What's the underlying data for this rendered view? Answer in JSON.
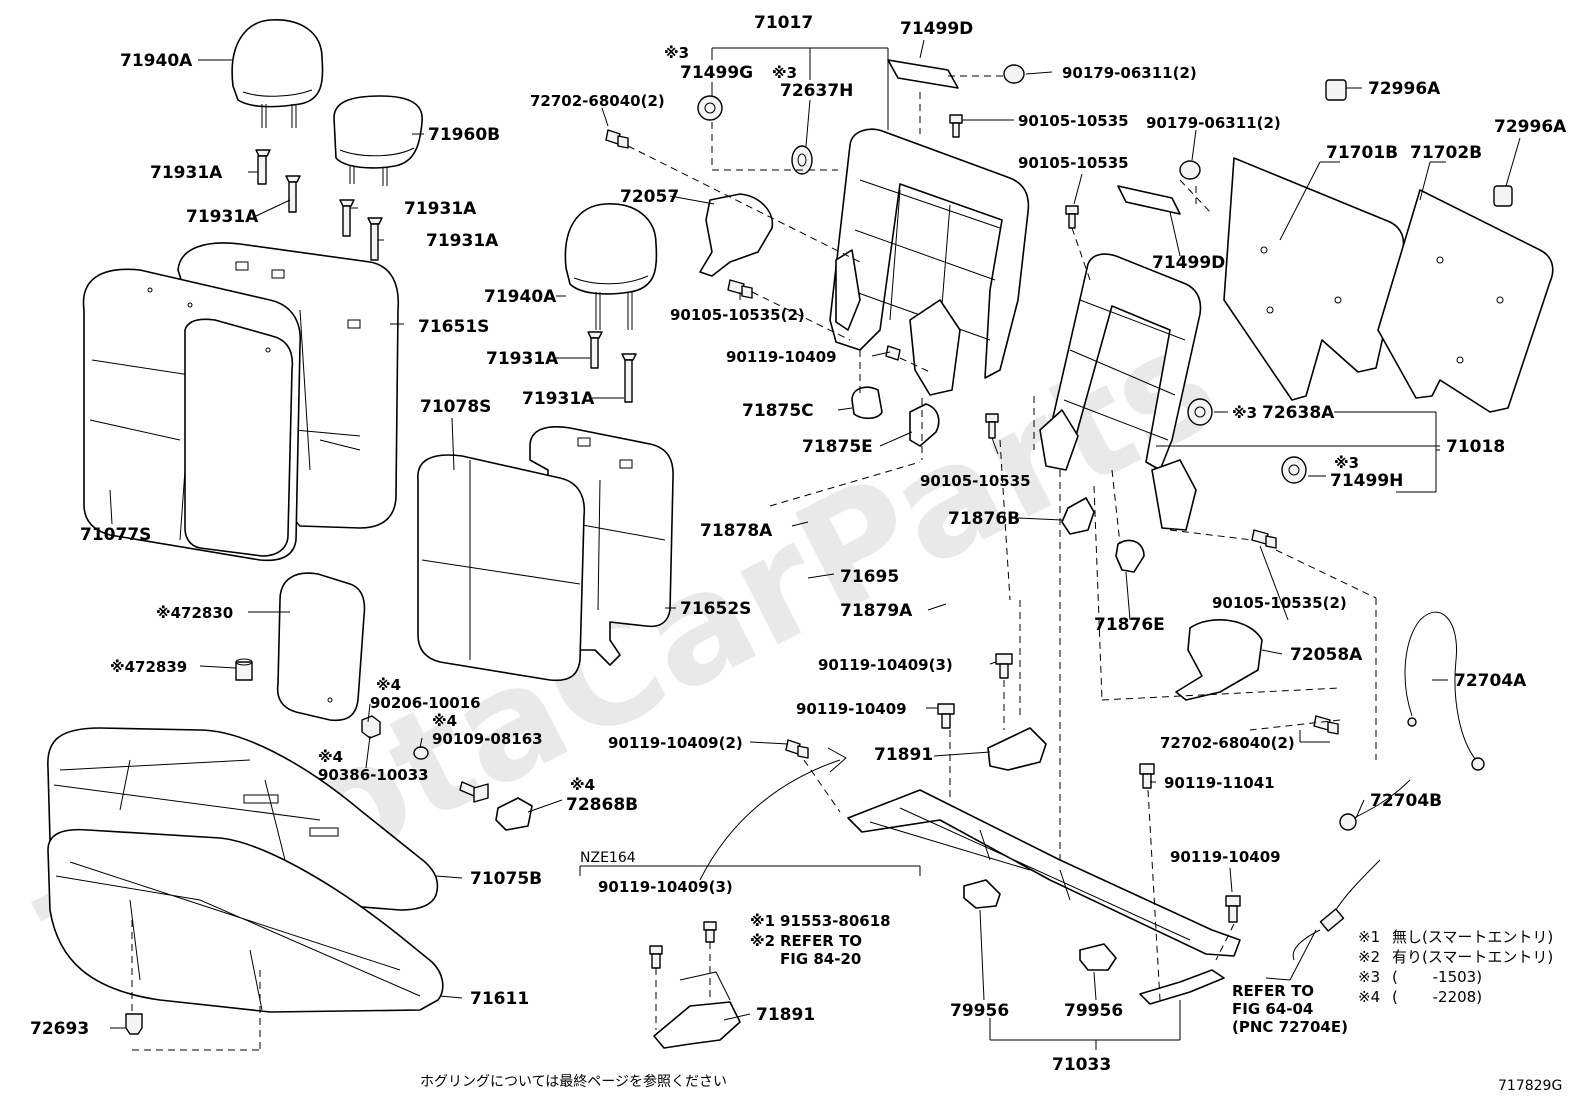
{
  "diagram": {
    "id": "717829G",
    "footer_note": "ホグリングについては最終ページを参照ください",
    "watermark": "ToyotaCarParts",
    "inset_label": "NZE164",
    "legend": [
      {
        "mark": "※1",
        "text": "無し(スマートエントリ)"
      },
      {
        "mark": "※2",
        "text": "有り(スマートエントリ)"
      },
      {
        "mark": "※3",
        "text": "(　　 -1503)"
      },
      {
        "mark": "※4",
        "text": "(　　 -2208)"
      }
    ],
    "refer_fig_84_20": {
      "line1": "REFER TO",
      "line2": "FIG 84-20"
    },
    "refer_fig_64_04": {
      "line1": "REFER TO",
      "line2": "FIG 64-04",
      "line3": "(PNC 72704E)"
    },
    "labels": {
      "p71940A_top": "71940A",
      "p71960B": "71960B",
      "p71931A_1": "71931A",
      "p71931A_2": "71931A",
      "p71931A_3": "71931A",
      "p71931A_4": "71931A",
      "p71931A_5": "71931A",
      "p71931A_6": "71931A",
      "p71651S": "71651S",
      "p71077S": "71077S",
      "p71078S": "71078S",
      "p71652S": "71652S",
      "p71940A_mid": "71940A",
      "p72830": "※472830",
      "p72839": "※472839",
      "n4a": "※4",
      "p90206": "90206-10016",
      "n4b": "※4",
      "p90109": "90109-08163",
      "n4c": "※4",
      "p90386": "90386-10033",
      "n4d": "※4",
      "p72868B": "72868B",
      "p71075B": "71075B",
      "p71611": "71611",
      "p72693": "72693",
      "p71017": "71017",
      "n3a": "※3",
      "p71499G": "71499G",
      "n3b": "※3",
      "p72637H": "72637H",
      "p72702_top": "72702-68040(2)",
      "p72057": "72057",
      "p90105_2a": "90105-10535(2)",
      "p90119_a": "90119-10409",
      "p71875C": "71875C",
      "p71875E": "71875E",
      "p71499D_top": "71499D",
      "p90179_top": "90179-06311(2)",
      "p90105_a": "90105-10535",
      "p90105_b": "90105-10535",
      "p90179_mid": "90179-06311(2)",
      "p71499D_mid": "71499D",
      "p90105_c": "90105-10535",
      "p72996A_1": "72996A",
      "p71701B": "71701B",
      "p71702B": "71702B",
      "p72996A_2": "72996A",
      "n3c": "※3",
      "p72638A": "72638A",
      "p71018": "71018",
      "n3d": "※3",
      "p71499H": "71499H",
      "p71876B": "71876B",
      "p71878A": "71878A",
      "p71695": "71695",
      "p71879A": "71879A",
      "p71876E": "71876E",
      "p90105_2b": "90105-10535(2)",
      "p72058A": "72058A",
      "p72704A": "72704A",
      "p90119_3a": "90119-10409(3)",
      "p90119_b": "90119-10409",
      "p90119_2": "90119-10409(2)",
      "p71891_a": "71891",
      "p72702_bot": "72702-68040(2)",
      "p90119_11041": "90119-11041",
      "p72704B": "72704B",
      "p90119_c": "90119-10409",
      "p90119_3b": "90119-10409(3)",
      "n1": "※1",
      "p91553": "91553-80618",
      "n2": "※2",
      "p71891_b": "71891",
      "p79956_a": "79956",
      "p79956_b": "79956",
      "p71033": "71033"
    }
  }
}
